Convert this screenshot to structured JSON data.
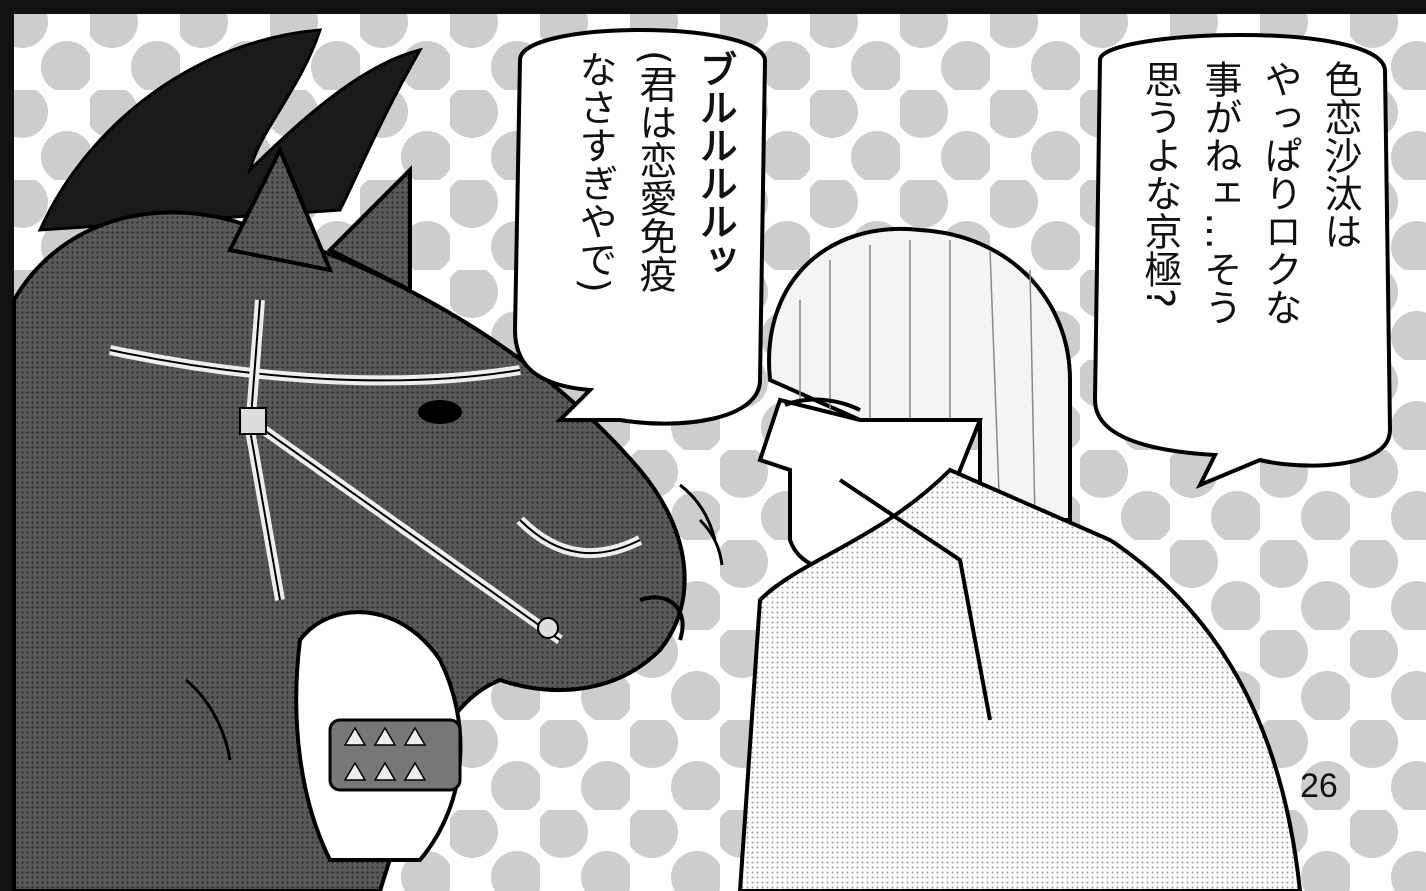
{
  "panel": {
    "page_number": "26",
    "bubbles": {
      "right": {
        "lines": [
          "色恋沙汰は",
          "やっぱりロクな",
          "事がねェ…そう",
          "思うよな京極?"
        ]
      },
      "left": {
        "lines": [
          "ブルルルルッ",
          "(君は恋愛免疫",
          "なさすぎやで)"
        ]
      }
    }
  },
  "colors": {
    "ink": "#111111",
    "tone_dot": "#b8b8b8",
    "horse": "#4a4a4a",
    "paper": "#ffffff"
  }
}
